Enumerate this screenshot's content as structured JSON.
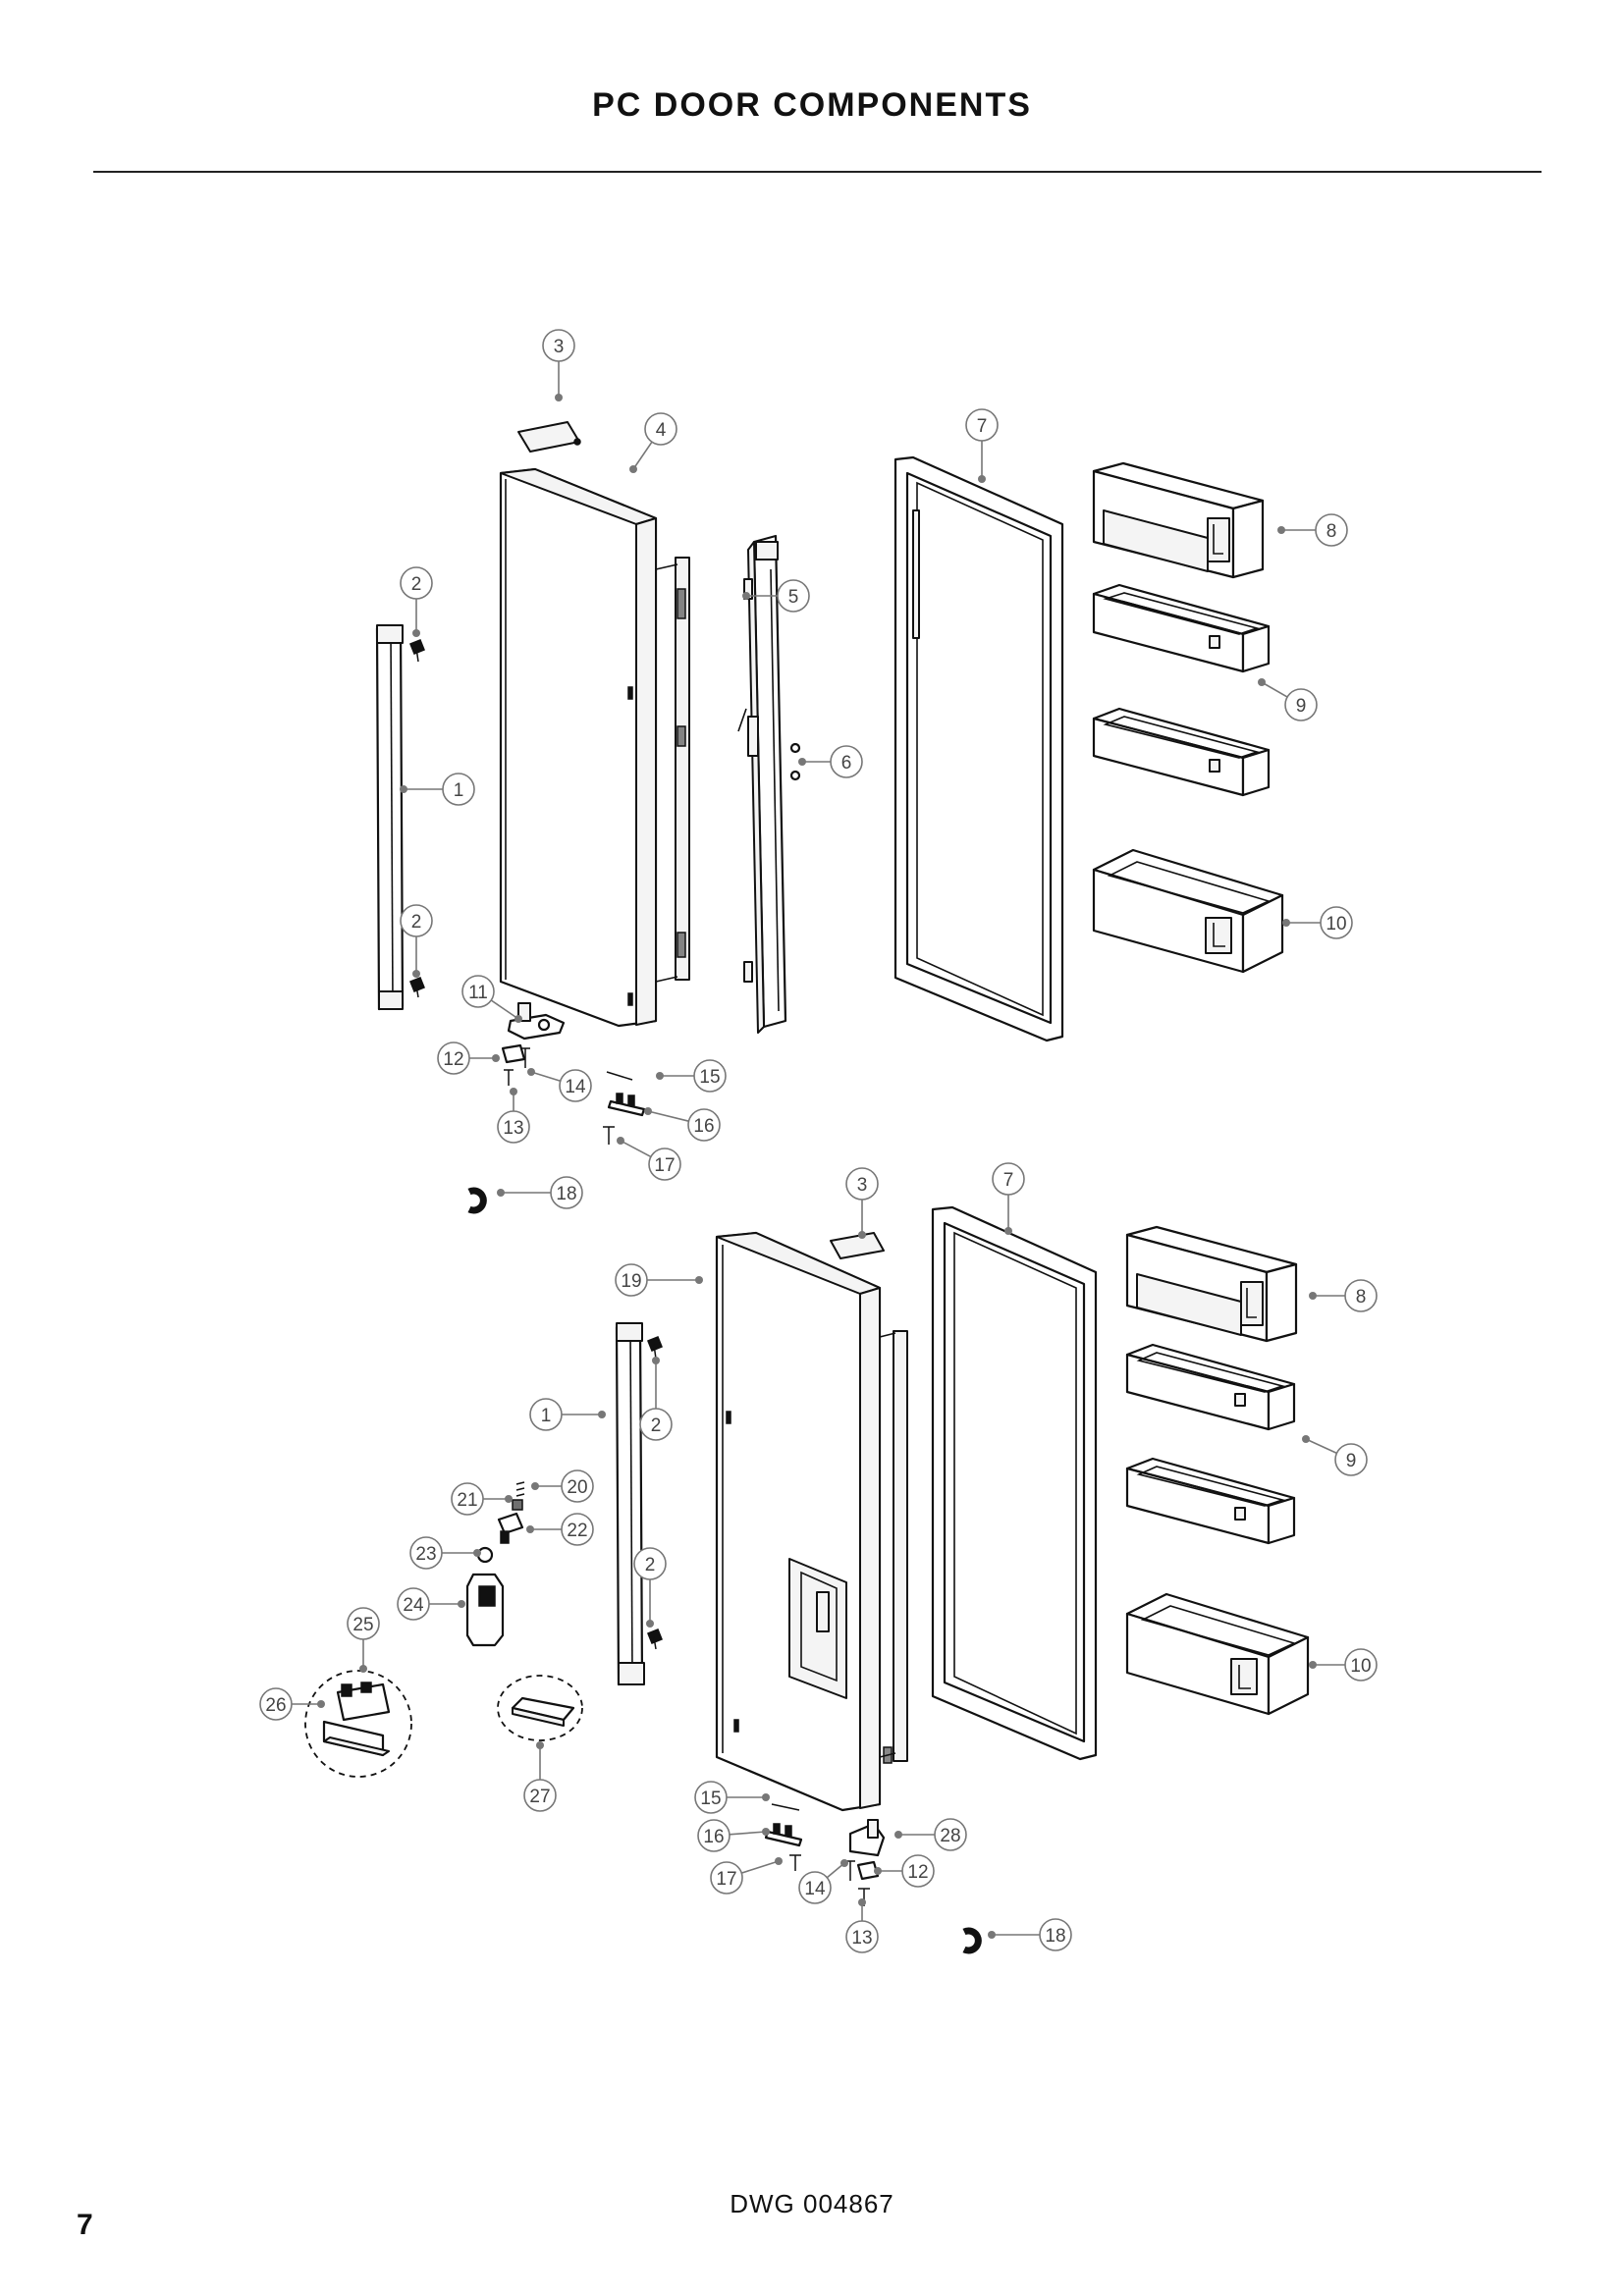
{
  "page": {
    "title": "PC DOOR COMPONENTS",
    "drawing_number": "DWG 004867",
    "page_number": "7"
  },
  "callouts": [
    {
      "label": "3",
      "part": "top-door-cap"
    },
    {
      "label": "4",
      "part": "top-door-panel"
    },
    {
      "label": "7",
      "part": "top-door-gasket"
    },
    {
      "label": "8",
      "part": "top-dairy-bin"
    },
    {
      "label": "2",
      "part": "top-handle-upper-screw"
    },
    {
      "label": "5",
      "part": "top-door-side-trim"
    },
    {
      "label": "9",
      "part": "top-door-shelves"
    },
    {
      "label": "6",
      "part": "top-trim-screws"
    },
    {
      "label": "1",
      "part": "top-handle"
    },
    {
      "label": "10",
      "part": "top-door-bin"
    },
    {
      "label": "2",
      "part": "top-handle-lower-screw"
    },
    {
      "label": "11",
      "part": "top-hinge"
    },
    {
      "label": "12",
      "part": "top-hinge-bracket"
    },
    {
      "label": "14",
      "part": "top-hinge-pin"
    },
    {
      "label": "15",
      "part": "top-closer-spring"
    },
    {
      "label": "13",
      "part": "top-hinge-screw"
    },
    {
      "label": "16",
      "part": "top-closer"
    },
    {
      "label": "17",
      "part": "top-closer-screw"
    },
    {
      "label": "18",
      "part": "top-clip"
    },
    {
      "label": "3",
      "part": "bottom-door-cap"
    },
    {
      "label": "7",
      "part": "bottom-door-gasket"
    },
    {
      "label": "19",
      "part": "bottom-door-panel"
    },
    {
      "label": "8",
      "part": "bottom-dairy-bin"
    },
    {
      "label": "1",
      "part": "bottom-handle"
    },
    {
      "label": "2",
      "part": "bottom-handle-upper-screw"
    },
    {
      "label": "9",
      "part": "bottom-door-shelves"
    },
    {
      "label": "20",
      "part": "dispenser-spring"
    },
    {
      "label": "21",
      "part": "dispenser-spring-seat"
    },
    {
      "label": "22",
      "part": "dispenser-switch"
    },
    {
      "label": "23",
      "part": "dispenser-cap"
    },
    {
      "label": "2",
      "part": "bottom-handle-lower-screw"
    },
    {
      "label": "24",
      "part": "dispenser-paddle"
    },
    {
      "label": "25",
      "part": "dispenser-assembly"
    },
    {
      "label": "10",
      "part": "bottom-door-bin"
    },
    {
      "label": "26",
      "part": "dispenser-housing"
    },
    {
      "label": "27",
      "part": "drip-tray"
    },
    {
      "label": "15",
      "part": "bottom-closer-spring"
    },
    {
      "label": "16",
      "part": "bottom-closer"
    },
    {
      "label": "28",
      "part": "bottom-hinge"
    },
    {
      "label": "17",
      "part": "bottom-closer-screw"
    },
    {
      "label": "14",
      "part": "bottom-hinge-pin"
    },
    {
      "label": "12",
      "part": "bottom-hinge-bracket"
    },
    {
      "label": "13",
      "part": "bottom-hinge-screw"
    },
    {
      "label": "18",
      "part": "bottom-clip"
    }
  ]
}
